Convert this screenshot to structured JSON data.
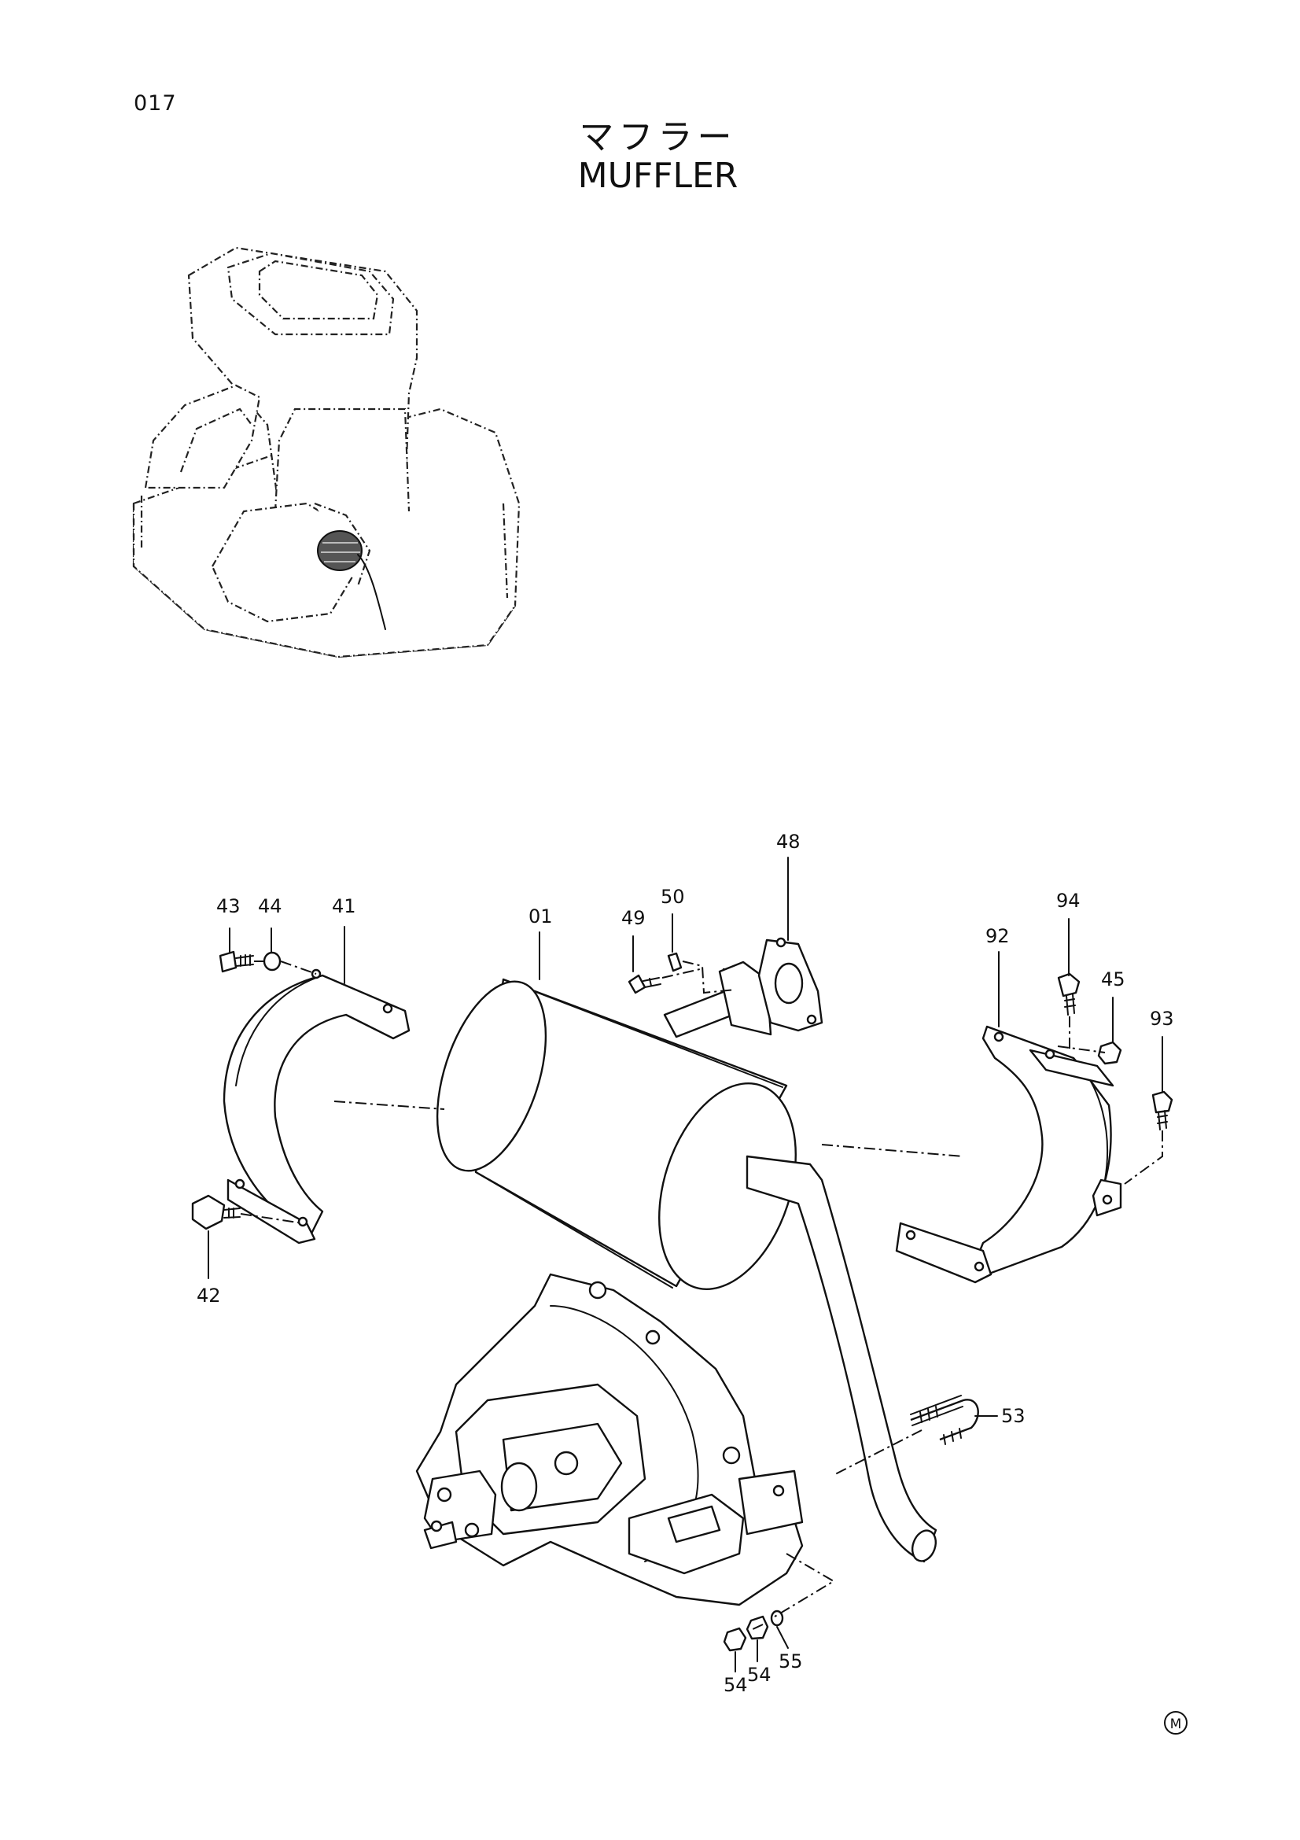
{
  "page_number": "017",
  "title_jp": "マフラー",
  "title_en": "MUFFLER",
  "part_labels": {
    "p01": "01",
    "p41": "41",
    "p42": "42",
    "p43": "43",
    "p44": "44",
    "p45": "45",
    "p48": "48",
    "p49": "49",
    "p50": "50",
    "p53": "53",
    "p54a": "54",
    "p54b": "54",
    "p55": "55",
    "p92": "92",
    "p93": "93",
    "p94": "94"
  },
  "corner_mark": "M"
}
